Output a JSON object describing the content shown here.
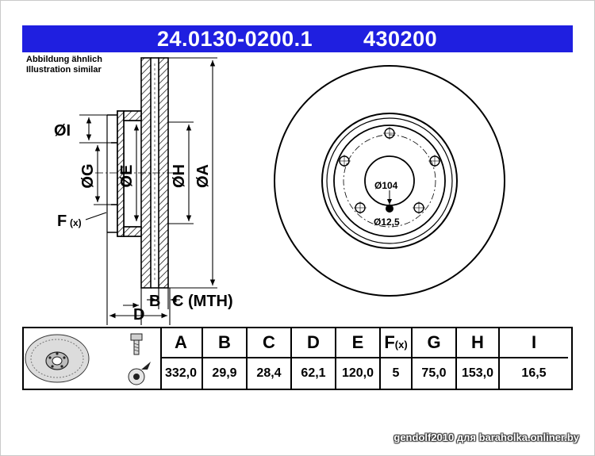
{
  "header": {
    "part_number": "24.0130-0200.1",
    "reference": "430200"
  },
  "note": {
    "line1": "Abbildung ähnlich",
    "line2": "Illustration similar"
  },
  "side_view": {
    "dim_I": "ØI",
    "dim_G": "ØG",
    "dim_E": "ØE",
    "dim_H": "ØH",
    "dim_A": "ØA",
    "dim_F": "F",
    "dim_F_suffix": "(x)",
    "dim_B": "B",
    "dim_C": "C (MTH)",
    "dim_D": "D"
  },
  "front_view": {
    "hub_dia": "Ø104",
    "bolt_dia": "Ø12,5"
  },
  "table": {
    "columns": [
      {
        "head": "A",
        "value": "332,0"
      },
      {
        "head": "B",
        "value": "29,9"
      },
      {
        "head": "C",
        "value": "28,4"
      },
      {
        "head": "D",
        "value": "62,1"
      },
      {
        "head": "E",
        "value": "120,0"
      },
      {
        "head": "F",
        "head_suffix": "(x)",
        "value": "5"
      },
      {
        "head": "G",
        "value": "75,0"
      },
      {
        "head": "H",
        "value": "153,0"
      },
      {
        "head": "I",
        "value": "16,5"
      }
    ]
  },
  "watermark": "gendolf2010 для baraholka.onliner.by",
  "colors": {
    "header_bg": "#1f1fe0",
    "header_text": "#ffffff"
  }
}
